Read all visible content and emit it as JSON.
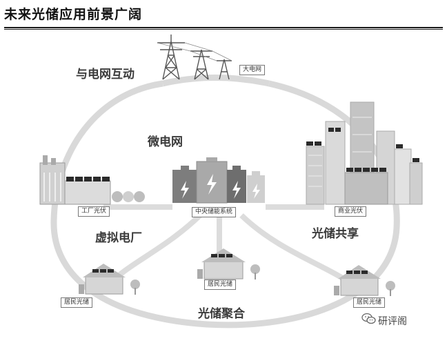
{
  "title": "未来光储应用前景广阔",
  "labels": {
    "grid_interaction": "与电网互动",
    "microgrid": "微电网",
    "virtual_plant": "虚拟电厂",
    "sharing": "光储共享",
    "aggregation": "光储聚合"
  },
  "tags": {
    "big_grid": "大电网",
    "factory": "工厂光伏",
    "central_storage": "中央储能系统",
    "commercial": "商业光伏",
    "resident_left": "居民光储",
    "resident_mid": "居民光储",
    "resident_right": "居民光储"
  },
  "watermark": "研评阁"
}
